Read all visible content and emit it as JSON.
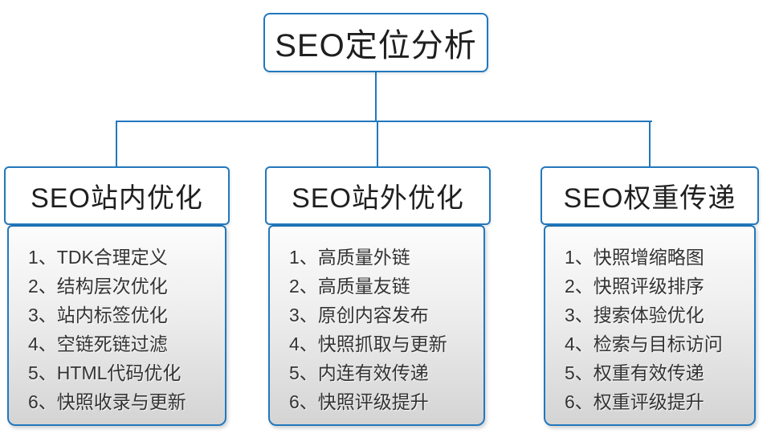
{
  "colors": {
    "accent_blue": "#2278be",
    "panel_gradient_top": "#fcfcfc",
    "panel_gradient_bottom": "#d4d4d4",
    "title_text": "#1f1f1f",
    "item_text": "#333333"
  },
  "root": {
    "title": "SEO定位分析"
  },
  "columns": [
    {
      "title": "SEO站内优化",
      "items": [
        "1、TDK合理定义",
        "2、结构层次优化",
        "3、站内标签优化",
        "4、空链死链过滤",
        "5、HTML代码优化",
        "6、快照收录与更新"
      ]
    },
    {
      "title": "SEO站外优化",
      "items": [
        "1、高质量外链",
        "2、高质量友链",
        "3、原创内容发布",
        "4、快照抓取与更新",
        "5、内连有效传递",
        "6、快照评级提升"
      ]
    },
    {
      "title": "SEO权重传递",
      "items": [
        "1、快照增缩略图",
        "2、快照评级排序",
        "3、搜索体验优化",
        "4、检索与目标访问",
        "5、权重有效传递",
        "6、权重评级提升"
      ]
    }
  ]
}
